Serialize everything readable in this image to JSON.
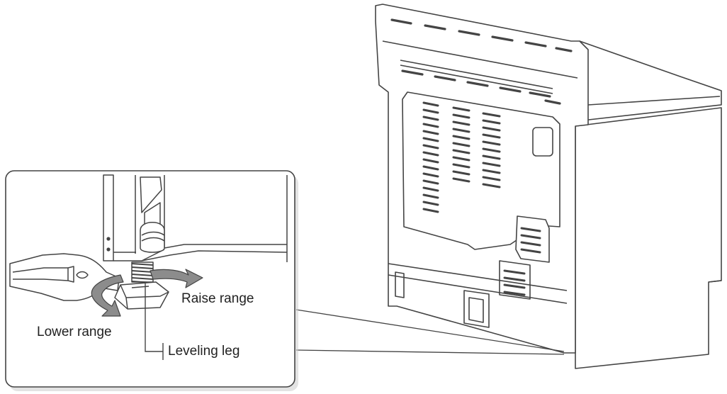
{
  "labels": {
    "raise": "Raise range",
    "lower": "Lower range",
    "leg": "Leveling leg"
  },
  "colors": {
    "line": "#444444",
    "fill": "#ffffff",
    "arrow": "#8c8c8c",
    "frame_shadow": "#bbbbbb"
  },
  "icons": [
    "adjustable-wrench-icon",
    "clockwise-arrow-icon",
    "counterclockwise-arrow-icon"
  ]
}
